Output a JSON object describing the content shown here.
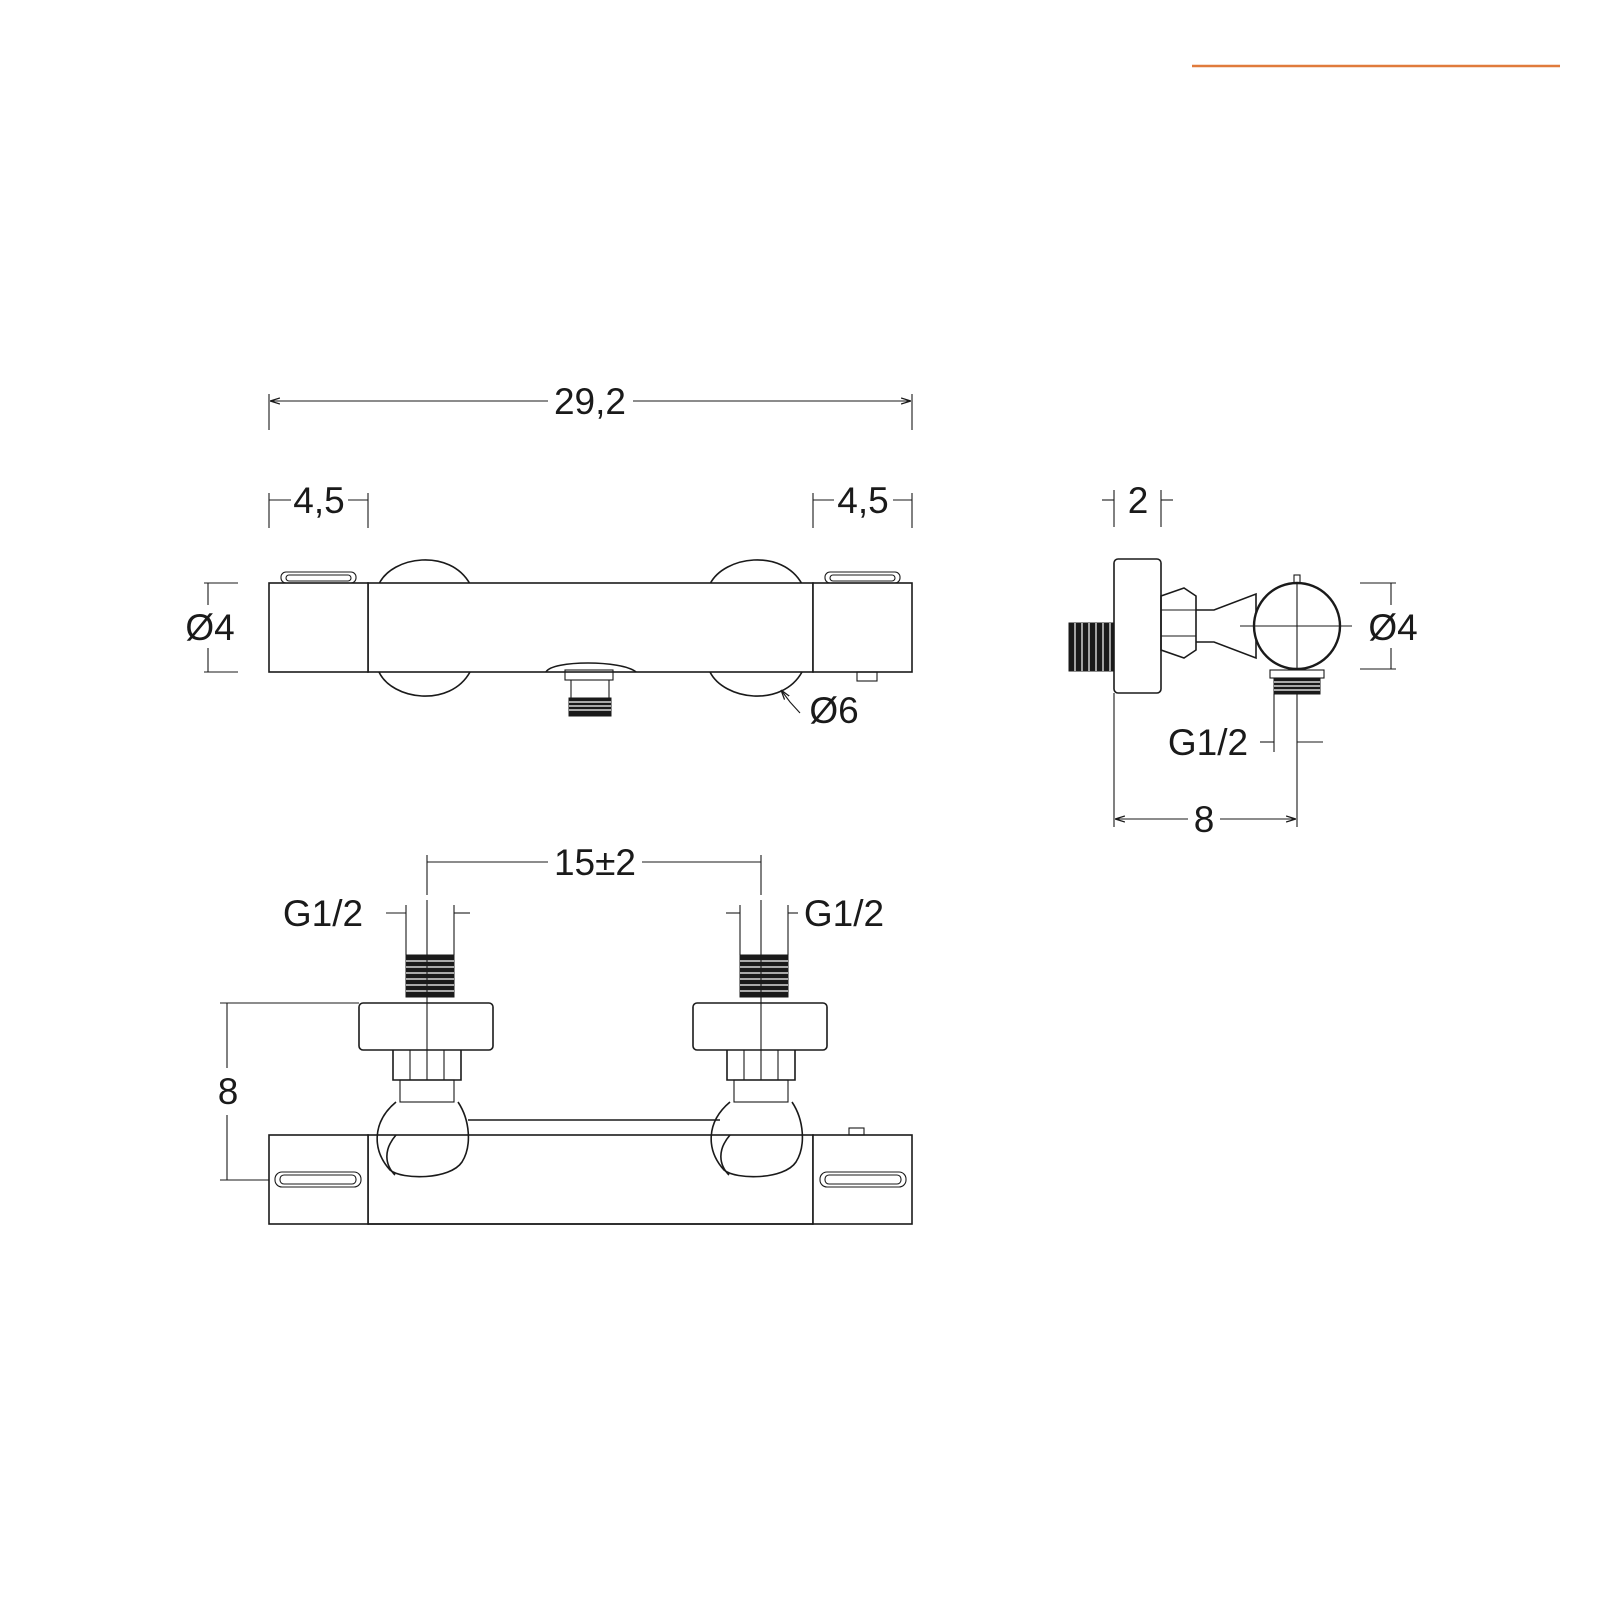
{
  "accent_color": "#e07b3c",
  "line_color": "#1a1a1a",
  "front_view": {
    "overall_length": "29,2",
    "left_cap_length": "4,5",
    "right_cap_length": "4,5",
    "body_diameter": "Ø4",
    "escutcheon_diameter": "Ø6"
  },
  "side_view": {
    "wall_flange_depth": "2",
    "body_diameter": "Ø4",
    "outlet_thread": "G1/2",
    "projection": "8"
  },
  "top_view": {
    "inlet_spacing": "15±2",
    "left_inlet_thread": "G1/2",
    "right_inlet_thread": "G1/2",
    "height": "8"
  }
}
